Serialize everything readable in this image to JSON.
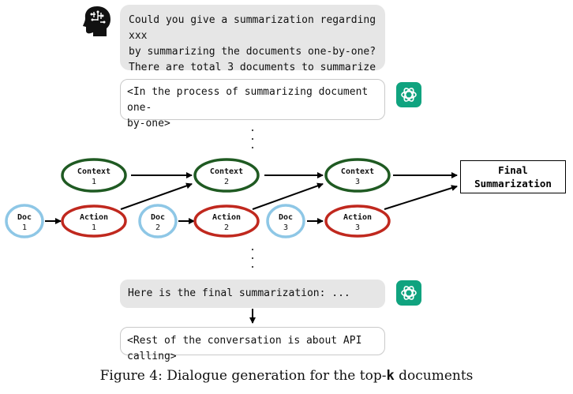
{
  "dialogue": {
    "user_query": "Could you give a summarization regarding  xxx\nby summarizing the documents one-by-one?\nThere are total 3 documents to summarize",
    "assistant_progress": "<In the process of summarizing document one-\nby-one>",
    "assistant_final": "Here is the final summarization: ...",
    "rest_of_conversation": "<Rest of the conversation is about API calling>"
  },
  "flow": {
    "docs": [
      "Doc\n1",
      "Doc\n2",
      "Doc\n3"
    ],
    "actions": [
      "Action\n1",
      "Action\n2",
      "Action\n3"
    ],
    "contexts": [
      "Context\n1",
      "Context\n2",
      "Context\n3"
    ],
    "final_label": "Final\nSummarization"
  },
  "caption": {
    "prefix": "Figure 4: Dialogue generation for the top-",
    "k": "k",
    "suffix": " documents"
  },
  "colors": {
    "doc_stroke": "#8ec7e6",
    "action_stroke": "#c0281e",
    "context_stroke": "#1f5a22",
    "bubble_fill": "#e6e6e6",
    "gpt_icon": "#10a37f"
  },
  "icons": {
    "user": "brain-head-icon",
    "assistant": "chatgpt-logo-icon"
  }
}
